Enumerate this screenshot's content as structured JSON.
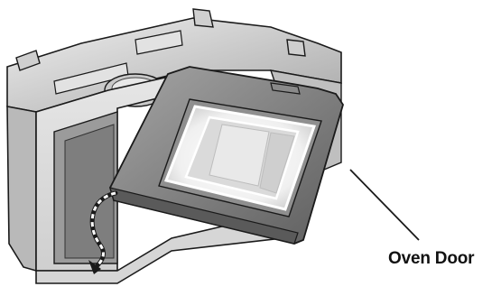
{
  "callout": {
    "label": "Oven Door"
  },
  "colors": {
    "outline": "#1a1a1a",
    "body_light": "#d9d9d9",
    "body_mid": "#bdbdbd",
    "body_dark": "#8c8c8c",
    "door_frame": "#6e6e6e",
    "door_frame_light": "#9a9a9a",
    "window_glow": "#f4f4f4"
  },
  "icons": [
    "oven-body-illustration",
    "oven-door-illustration",
    "swing-arrow-icon",
    "leader-line"
  ]
}
